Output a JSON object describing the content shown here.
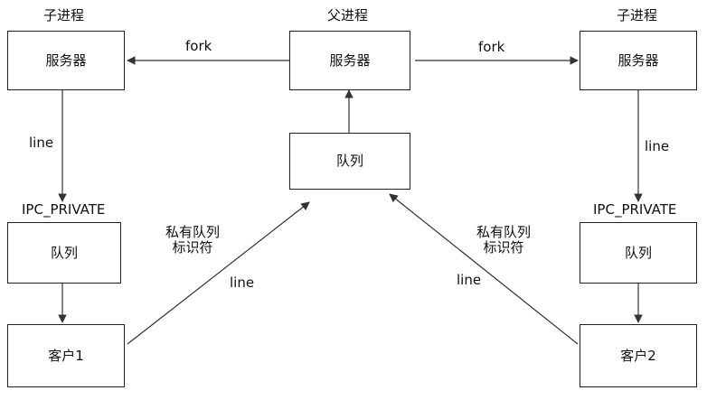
{
  "nodes": {
    "left_server": "服务器",
    "parent_server": "服务器",
    "right_server": "服务器",
    "center_queue": "队列",
    "left_queue": "队列",
    "right_queue": "队列",
    "left_client": "客户1",
    "right_client": "客户2"
  },
  "labels": {
    "left_child": "子进程",
    "parent": "父进程",
    "right_child": "子进程",
    "fork_left": "fork",
    "fork_right": "fork",
    "line_left": "line",
    "line_right": "line",
    "line_center_left": "line",
    "line_center_right": "line",
    "ipc_left": "IPC_PRIVATE",
    "ipc_right": "IPC_PRIVATE",
    "private_left": "私有队列\n标识符",
    "private_right": "私有队列\n标识符"
  }
}
